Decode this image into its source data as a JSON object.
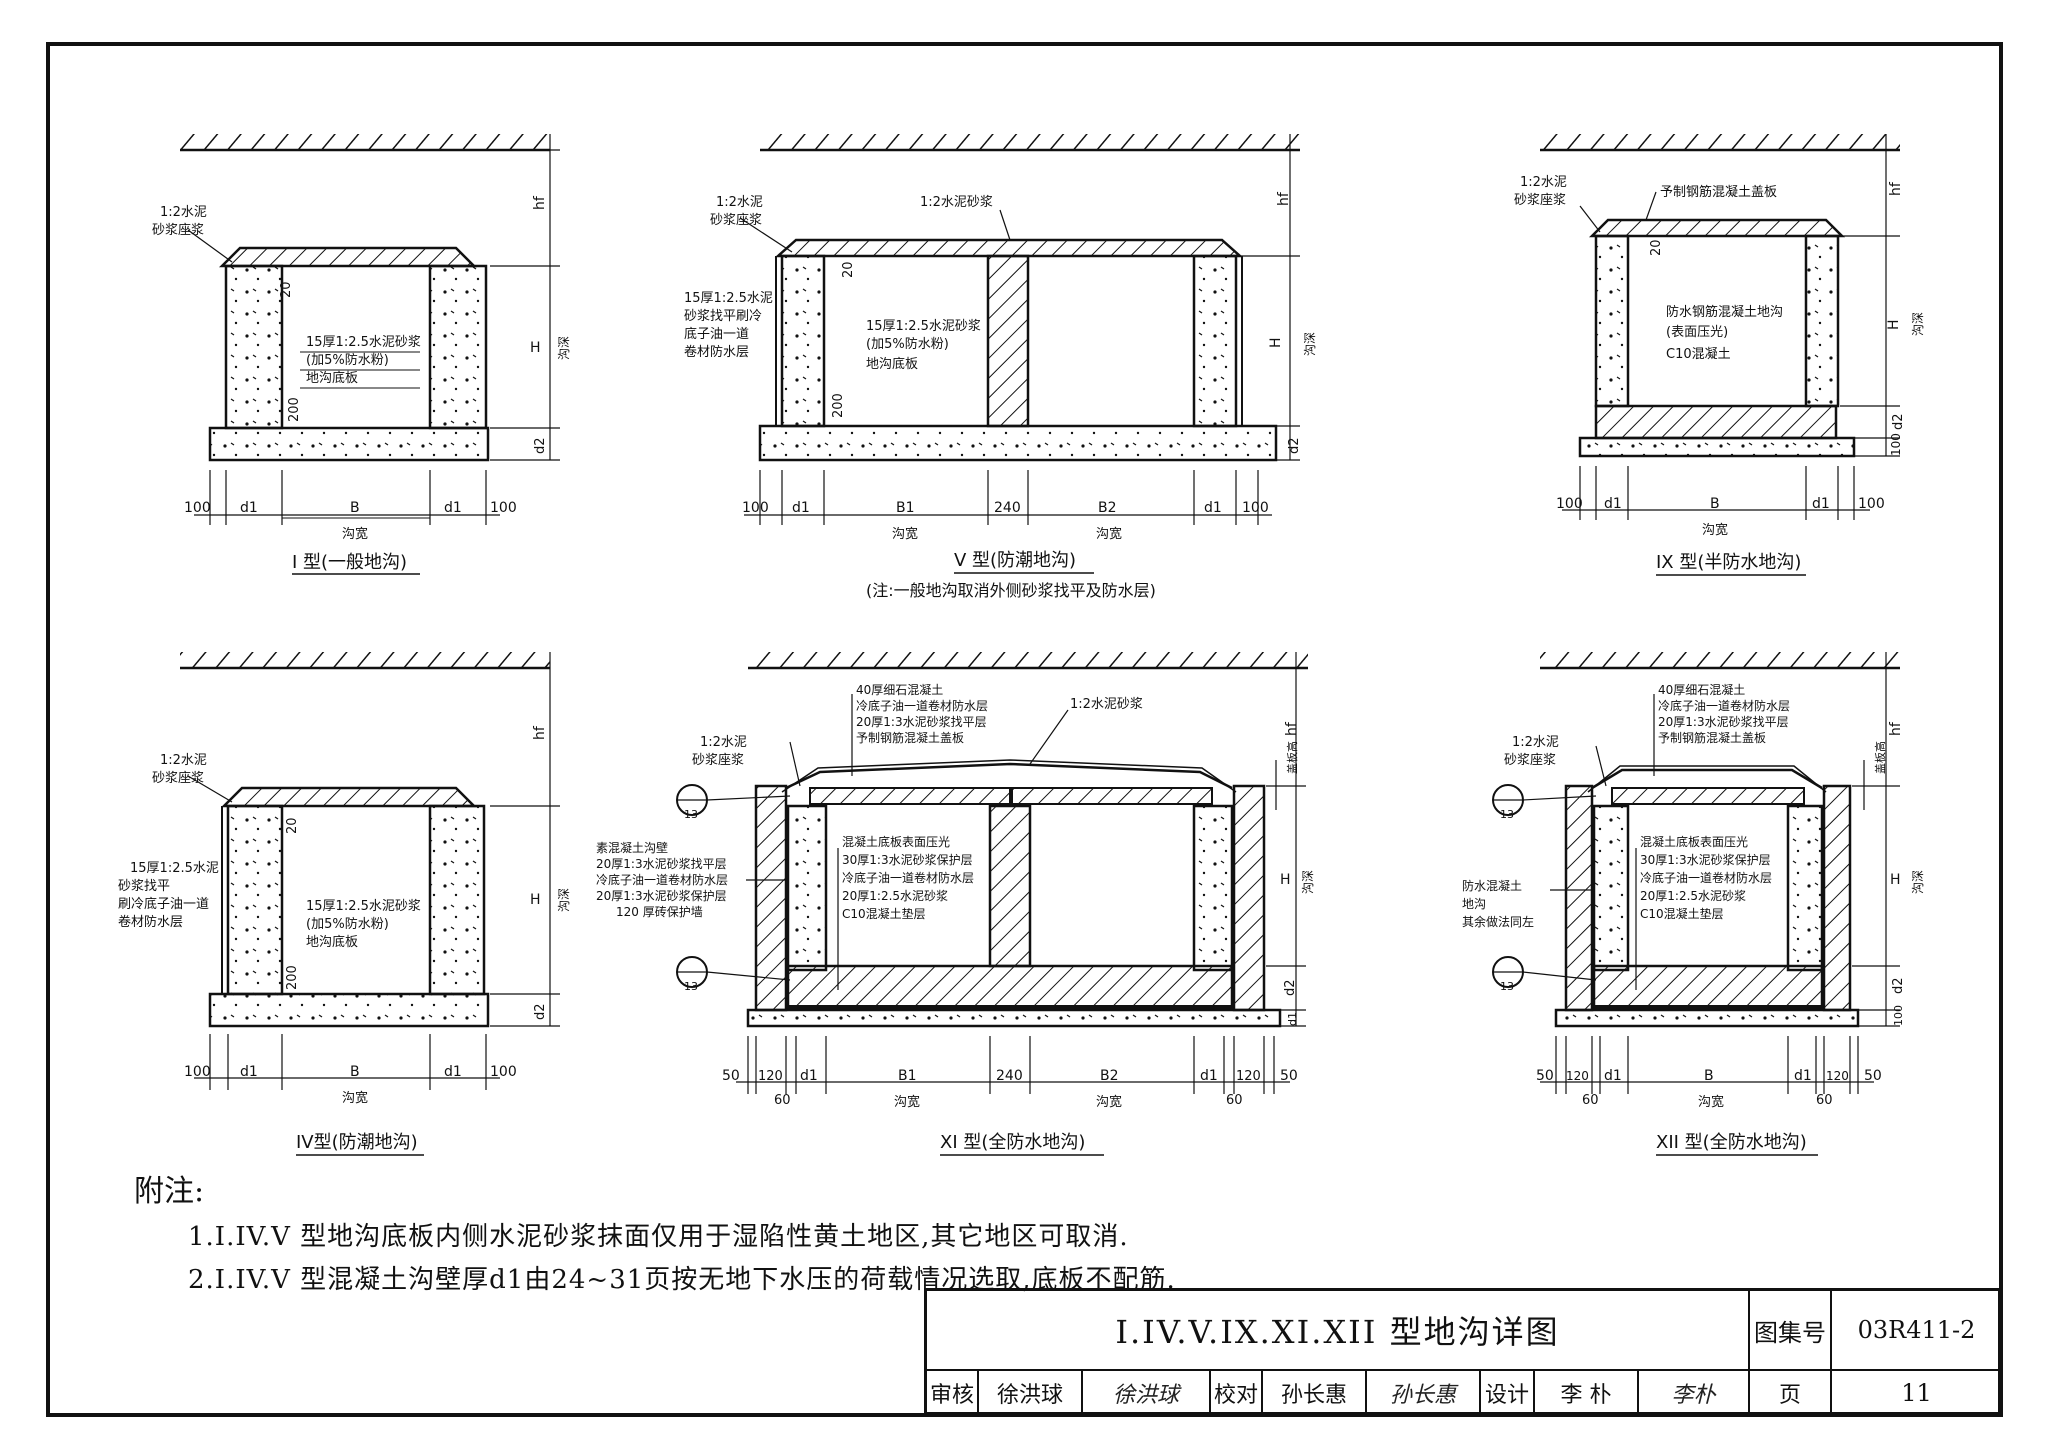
{
  "sections": {
    "s1": {
      "caption": "I 型(一般地沟)",
      "labels": {
        "mortar_bed": [
          "1:2水泥",
          "砂浆座浆"
        ],
        "inner_finish": [
          "15厚1:2.5水泥砂浆",
          "(加5%防水粉)",
          "地沟底板"
        ],
        "d20": "20",
        "d200": "200",
        "hf": "hf",
        "H": "H",
        "depth": "沟深",
        "d2": "d2",
        "dims": [
          "100",
          "d1",
          "B",
          "d1",
          "100"
        ],
        "width": "沟宽"
      }
    },
    "s5": {
      "caption": "V 型(防潮地沟)",
      "note": "(注:一般地沟取消外侧砂浆找平及防水层)",
      "labels": {
        "mortar_bed": [
          "1:2水泥",
          "砂浆座浆"
        ],
        "top_mortar": "1:2水泥砂浆",
        "outer_layers": [
          "15厚1:2.5水泥",
          "砂浆找平刷冷",
          "底子油一道",
          "卷材防水层"
        ],
        "inner_finish": [
          "15厚1:2.5水泥砂浆",
          "(加5%防水粉)",
          "地沟底板"
        ],
        "d20": "20",
        "d200": "200",
        "hf": "hf",
        "H": "H",
        "depth": "沟深",
        "d2": "d2",
        "dims": [
          "100",
          "d1",
          "B1",
          "240",
          "B2",
          "d1",
          "100"
        ],
        "width_left": "沟宽",
        "width_right": "沟宽"
      }
    },
    "s9": {
      "caption": "IX 型(半防水地沟)",
      "labels": {
        "mortar_bed": [
          "1:2水泥",
          "砂浆座浆"
        ],
        "cover": "予制钢筋混凝土盖板",
        "body": [
          "防水钢筋混凝土地沟",
          "(表面压光)",
          "C10混凝土"
        ],
        "d20": "20",
        "hf": "hf",
        "H": "H",
        "depth": "沟深",
        "d2": "d2",
        "d100": "100",
        "dims": [
          "100",
          "d1",
          "B",
          "d1",
          "100"
        ],
        "width": "沟宽"
      }
    },
    "s4": {
      "caption": "IV型(防潮地沟)",
      "labels": {
        "mortar_bed": [
          "1:2水泥",
          "砂浆座浆"
        ],
        "outer_layers": [
          "15厚1:2.5水泥",
          "砂浆找平",
          "刷冷底子油一道",
          "卷材防水层"
        ],
        "inner_finish": [
          "15厚1:2.5水泥砂浆",
          "(加5%防水粉)",
          "地沟底板"
        ],
        "d20": "20",
        "d200": "200",
        "hf": "hf",
        "H": "H",
        "depth": "沟深",
        "d2": "d2",
        "dims": [
          "100",
          "d1",
          "B",
          "d1",
          "100"
        ],
        "width": "沟宽"
      }
    },
    "s11": {
      "caption": "XI 型(全防水地沟)",
      "labels": {
        "top_layers": [
          "40厚细石混凝土",
          "冷底子油一道卷材防水层",
          "20厚1:3水泥砂浆找平层",
          "予制钢筋混凝土盖板"
        ],
        "mortar_bed": [
          "1:2水泥",
          "砂浆座浆"
        ],
        "top_mortar": "1:2水泥砂浆",
        "wall_layers": [
          "素混凝土沟壁",
          "20厚1:3水泥砂浆找平层",
          "冷底子油一道卷材防水层",
          "20厚1:3水泥砂浆保护层",
          "120 厚砖保护墙"
        ],
        "floor_layers": [
          "混凝土底板表面压光",
          "30厚1:3水泥砂浆保护层",
          "冷底子油一道卷材防水层",
          "20厚1:2.5水泥砂浆",
          "C10混凝土垫层"
        ],
        "bubble_top": "13",
        "bubble_bot": "13",
        "hf": "hf",
        "cover_h": "盖板高",
        "H": "H",
        "depth": "沟深",
        "d2": "d2",
        "d1v": "d1",
        "dims": [
          "50",
          "120",
          "d1",
          "B1",
          "240",
          "B2",
          "d1",
          "120",
          "50"
        ],
        "dims_60": [
          "60",
          "60"
        ],
        "width_left": "沟宽",
        "width_right": "沟宽"
      }
    },
    "s12": {
      "caption": "XII 型(全防水地沟)",
      "labels": {
        "top_layers": [
          "40厚细石混凝土",
          "冷底子油一道卷材防水层",
          "20厚1:3水泥砂浆找平层",
          "予制钢筋混凝土盖板"
        ],
        "mortar_bed": [
          "1:2水泥",
          "砂浆座浆"
        ],
        "floor_layers": [
          "混凝土底板表面压光",
          "30厚1:3水泥砂浆保护层",
          "冷底子油一道卷材防水层",
          "20厚1:2.5水泥砂浆",
          "C10混凝土垫层"
        ],
        "side_note": [
          "防水混凝土",
          "地沟",
          "其余做法同左"
        ],
        "bubble_top": "13",
        "bubble_bot": "13",
        "hf": "hf",
        "cover_h": "盖板高",
        "H": "H",
        "depth": "沟深",
        "d2": "d2",
        "d100": "100",
        "dims": [
          "50",
          "120",
          "d1",
          "B",
          "d1",
          "120",
          "50"
        ],
        "dims_60": [
          "60",
          "60"
        ],
        "width": "沟宽"
      }
    }
  },
  "notes": {
    "heading": "附注:",
    "items": [
      "1.I.IV.V 型地沟底板内侧水泥砂浆抹面仅用于湿陷性黄土地区,其它地区可取消.",
      "2.I.IV.V 型混凝土沟壁厚d1由24~31页按无地下水压的荷载情况选取,底板不配筋."
    ]
  },
  "title_block": {
    "title": "I.IV.V.IX.XI.XII 型地沟详图",
    "atlas_label": "图集号",
    "atlas_no": "03R411-2",
    "review_label": "审核",
    "reviewer": "徐洪球",
    "reviewer_sig": "徐洪球",
    "check_label": "校对",
    "checker": "孙长惠",
    "checker_sig": "孙长惠",
    "design_label": "设计",
    "designer": "李 朴",
    "designer_sig": "李朴",
    "page_label": "页",
    "page_no": "11"
  },
  "colors": {
    "ink": "#111111",
    "paper": "#ffffff"
  }
}
